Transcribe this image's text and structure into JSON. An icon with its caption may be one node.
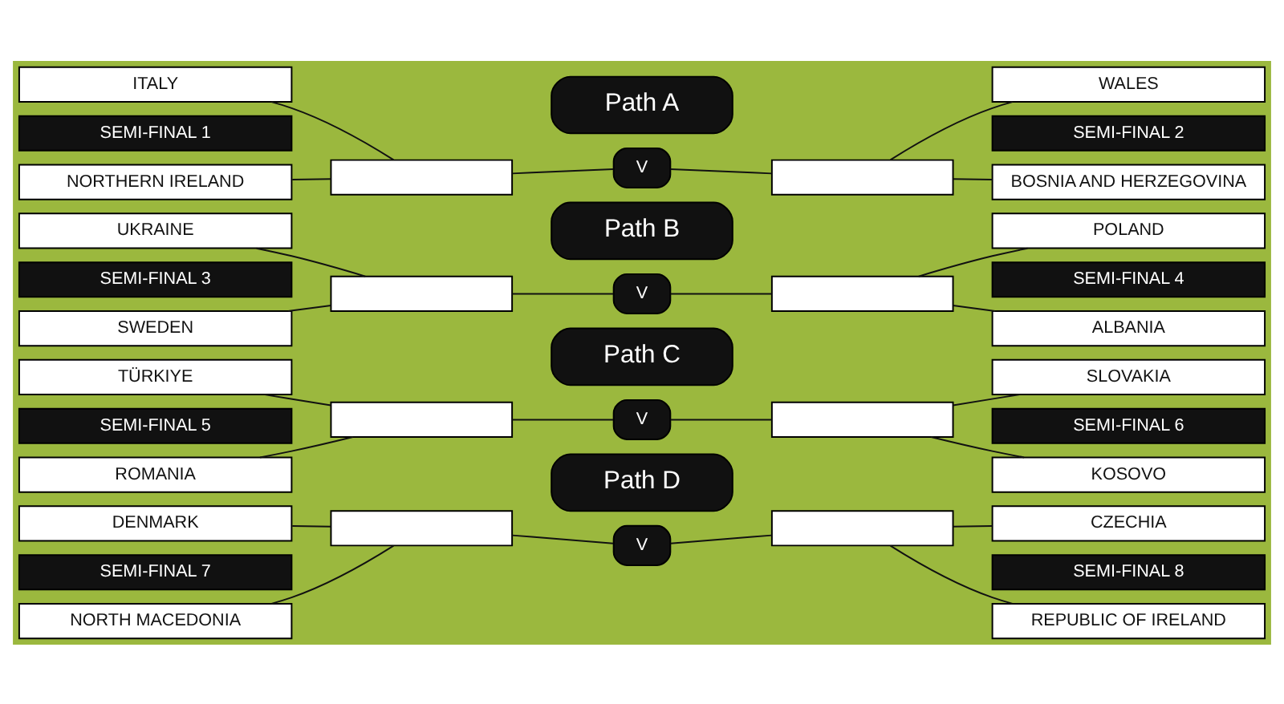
{
  "diagram": {
    "nodes": [
      {
        "text": [
          "Path A"
        ]
      },
      {
        "text": [
          "ITALY"
        ]
      },
      {
        "text": [
          "SEMI-FINAL 1"
        ]
      },
      {
        "text": [
          "NORTHERN IRELAND"
        ]
      },
      {
        "text": [],
        "shape": "box"
      },
      {
        "text": [
          "V"
        ]
      },
      {
        "text": [],
        "shape": "box"
      },
      {
        "text": [
          "WALES"
        ]
      },
      {
        "text": [
          "SEMI-FINAL 2"
        ]
      },
      {
        "text": [
          "BOSNIA AND HERZEGOVINA"
        ]
      },
      {
        "text": [
          "Path B"
        ]
      },
      {
        "text": [
          "UKRAINE"
        ]
      },
      {
        "text": [
          "SEMI-FINAL 3"
        ]
      },
      {
        "text": [
          "SWEDEN"
        ]
      },
      {
        "text": [],
        "shape": "box"
      },
      {
        "text": [
          "V"
        ]
      },
      {
        "text": [],
        "shape": "box"
      },
      {
        "text": [
          "POLAND"
        ]
      },
      {
        "text": [
          "SEMI-FINAL 4"
        ]
      },
      {
        "text": [
          "ALBANIA"
        ]
      },
      {
        "text": [
          "Path C"
        ]
      },
      {
        "text": [
          "TÜRKIYE"
        ]
      },
      {
        "text": [
          "SEMI-FINAL 5"
        ]
      },
      {
        "text": [
          "ROMANIA"
        ]
      },
      {
        "text": [],
        "shape": "box"
      },
      {
        "text": [
          "V"
        ]
      },
      {
        "text": [],
        "shape": "box"
      },
      {
        "text": [
          "SLOVAKIA"
        ]
      },
      {
        "text": [
          "SEMI-FINAL 6"
        ]
      },
      {
        "text": [
          "KOSOVO"
        ]
      },
      {
        "text": [
          "Path D"
        ]
      },
      {
        "text": [
          "DENMARK"
        ]
      },
      {
        "text": [
          "SEMI-FINAL 7"
        ]
      },
      {
        "text": [
          "NORTH MACEDONIA"
        ]
      },
      {
        "text": [],
        "shape": "box"
      },
      {
        "text": [
          "V"
        ]
      },
      {
        "text": [],
        "shape": "box"
      },
      {
        "text": [
          "CZECHIA"
        ]
      },
      {
        "text": [
          "SEMI-FINAL 8"
        ]
      },
      {
        "text": [
          "REPUBLIC OF IRELAND"
        ]
      }
    ],
    "edges": [
      {
        "from": 1,
        "to": 4,
        "arrow": "none"
      },
      {
        "from": 3,
        "to": 4,
        "arrow": "none"
      },
      {
        "from": 4,
        "to": 5,
        "arrow": "none"
      },
      {
        "from": 5,
        "to": 6,
        "arrow": "none"
      },
      {
        "from": 6,
        "to": 7,
        "arrow": "none"
      },
      {
        "from": 6,
        "to": 9,
        "arrow": "none"
      },
      {
        "from": 11,
        "to": 14,
        "arrow": "none"
      },
      {
        "from": 13,
        "to": 14,
        "arrow": "none"
      },
      {
        "from": 14,
        "to": 15,
        "arrow": "none"
      },
      {
        "from": 15,
        "to": 16,
        "arrow": "none"
      },
      {
        "from": 16,
        "to": 17,
        "arrow": "none"
      },
      {
        "from": 16,
        "to": 19,
        "arrow": "none"
      },
      {
        "from": 21,
        "to": 24,
        "arrow": "none"
      },
      {
        "from": 23,
        "to": 24,
        "arrow": "none"
      },
      {
        "from": 24,
        "to": 25,
        "arrow": "none"
      },
      {
        "from": 25,
        "to": 26,
        "arrow": "none"
      },
      {
        "from": 26,
        "to": 27,
        "arrow": "none"
      },
      {
        "from": 26,
        "to": 29,
        "arrow": "none"
      },
      {
        "from": 31,
        "to": 34,
        "arrow": "none"
      },
      {
        "from": 33,
        "to": 34,
        "arrow": "none"
      },
      {
        "from": 34,
        "to": 35,
        "arrow": "none"
      },
      {
        "from": 35,
        "to": 36,
        "arrow": "none"
      },
      {
        "from": 36,
        "to": 37,
        "arrow": "none"
      },
      {
        "from": 36,
        "to": 39,
        "arrow": "none"
      }
    ]
  }
}
